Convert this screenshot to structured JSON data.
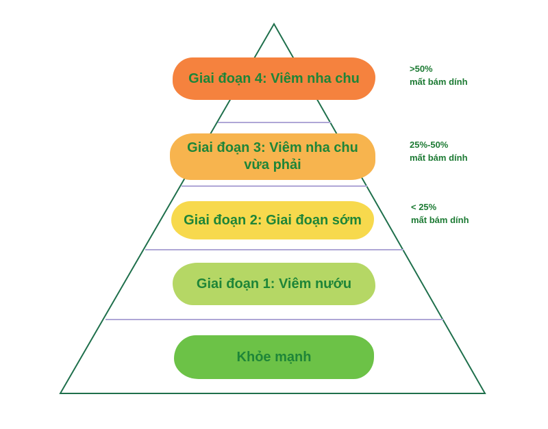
{
  "pyramid": {
    "outline_color": "#1E6F4B",
    "divider_color": "#AFA6D6",
    "label_color": "#1E8538",
    "annotation_color": "#1C7A33",
    "levels": [
      {
        "label": "Giai đoạn 4: Viêm nha chu",
        "color": "#F5823E",
        "annotation": {
          "line1": ">50%",
          "line2": "mất bám dính"
        }
      },
      {
        "label": "Giai đoạn 3: Viêm nha chu vừa phải",
        "color": "#F7B44E",
        "annotation": {
          "line1": "25%-50%",
          "line2": "mất bám dính"
        }
      },
      {
        "label": "Giai đoạn 2: Giai đoạn sớm",
        "color": "#F7D94D",
        "annotation": {
          "line1": "< 25%",
          "line2": "mất bám dính"
        }
      },
      {
        "label": "Giai đoạn 1: Viêm nướu",
        "color": "#B5D765"
      },
      {
        "label": "Khỏe mạnh",
        "color": "#6CC247"
      }
    ]
  }
}
